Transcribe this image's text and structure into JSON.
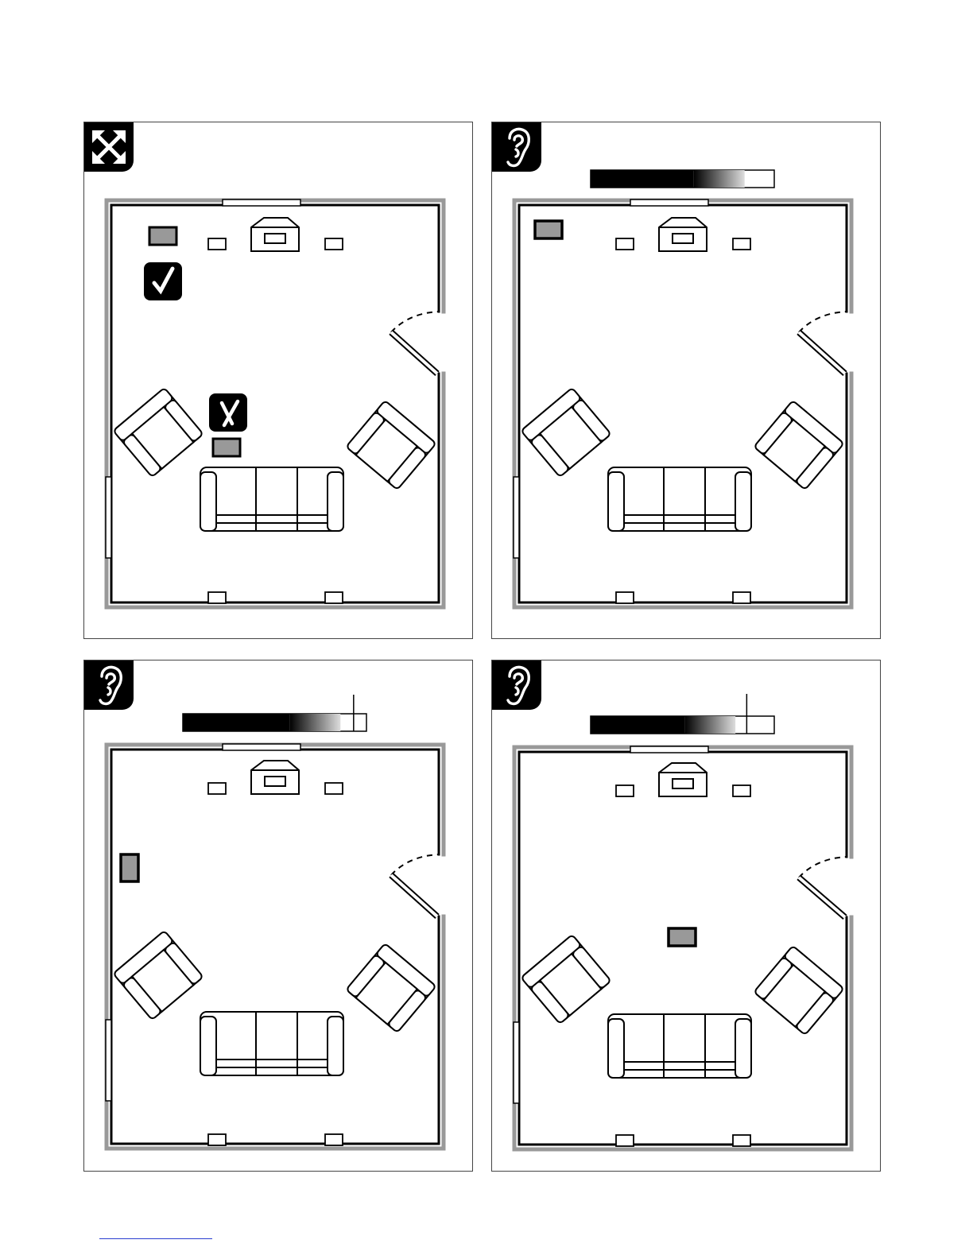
{
  "panels": [
    {
      "id": "panel-1",
      "icon": "expand-arrows-icon",
      "level_bar": null,
      "sub_speaker": "top-left-corner",
      "markers": [
        "checkmark-icon",
        "x-mark-icon"
      ]
    },
    {
      "id": "panel-2",
      "icon": "ear-icon",
      "level_bar": {
        "level": 0.7,
        "tick": false
      },
      "sub_speaker": "top-left-corner"
    },
    {
      "id": "panel-3",
      "icon": "ear-icon",
      "level_bar": {
        "level": 0.72,
        "tick": true,
        "tick_position": 0.93
      },
      "sub_speaker": "left-wall"
    },
    {
      "id": "panel-4",
      "icon": "ear-icon",
      "level_bar": {
        "level": 0.65,
        "tick": true,
        "tick_position": 0.85
      },
      "sub_speaker": "room-center"
    }
  ],
  "colors": {
    "wall": "#999999",
    "line": "#000000",
    "subwoofer": "#999999",
    "badge": "#000000"
  }
}
